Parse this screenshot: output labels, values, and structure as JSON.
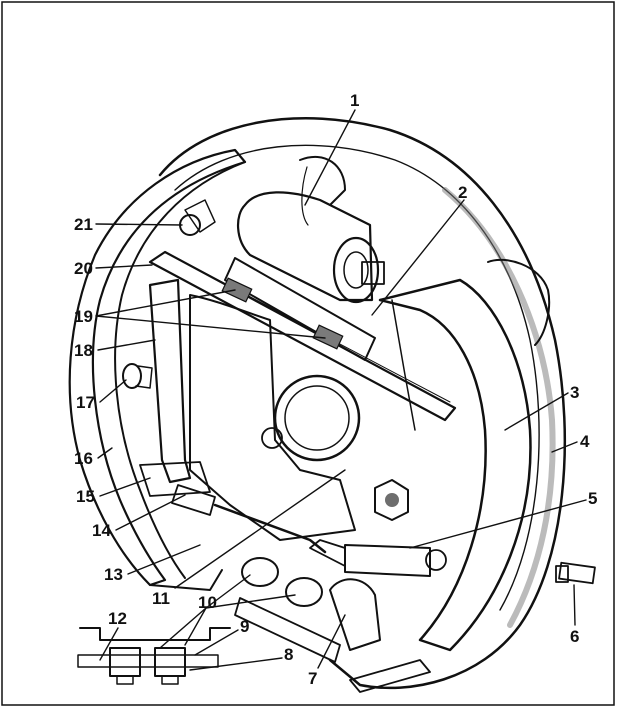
{
  "diagram": {
    "colors": {
      "ink": "#111111",
      "paper": "#ffffff",
      "shade": "#bdbdbd",
      "dark": "#6e6e6e"
    },
    "labels": [
      "1",
      "2",
      "3",
      "4",
      "5",
      "6",
      "7",
      "8",
      "9",
      "10",
      "11",
      "12",
      "13",
      "14",
      "15",
      "16",
      "17",
      "18",
      "19",
      "20",
      "21"
    ]
  }
}
